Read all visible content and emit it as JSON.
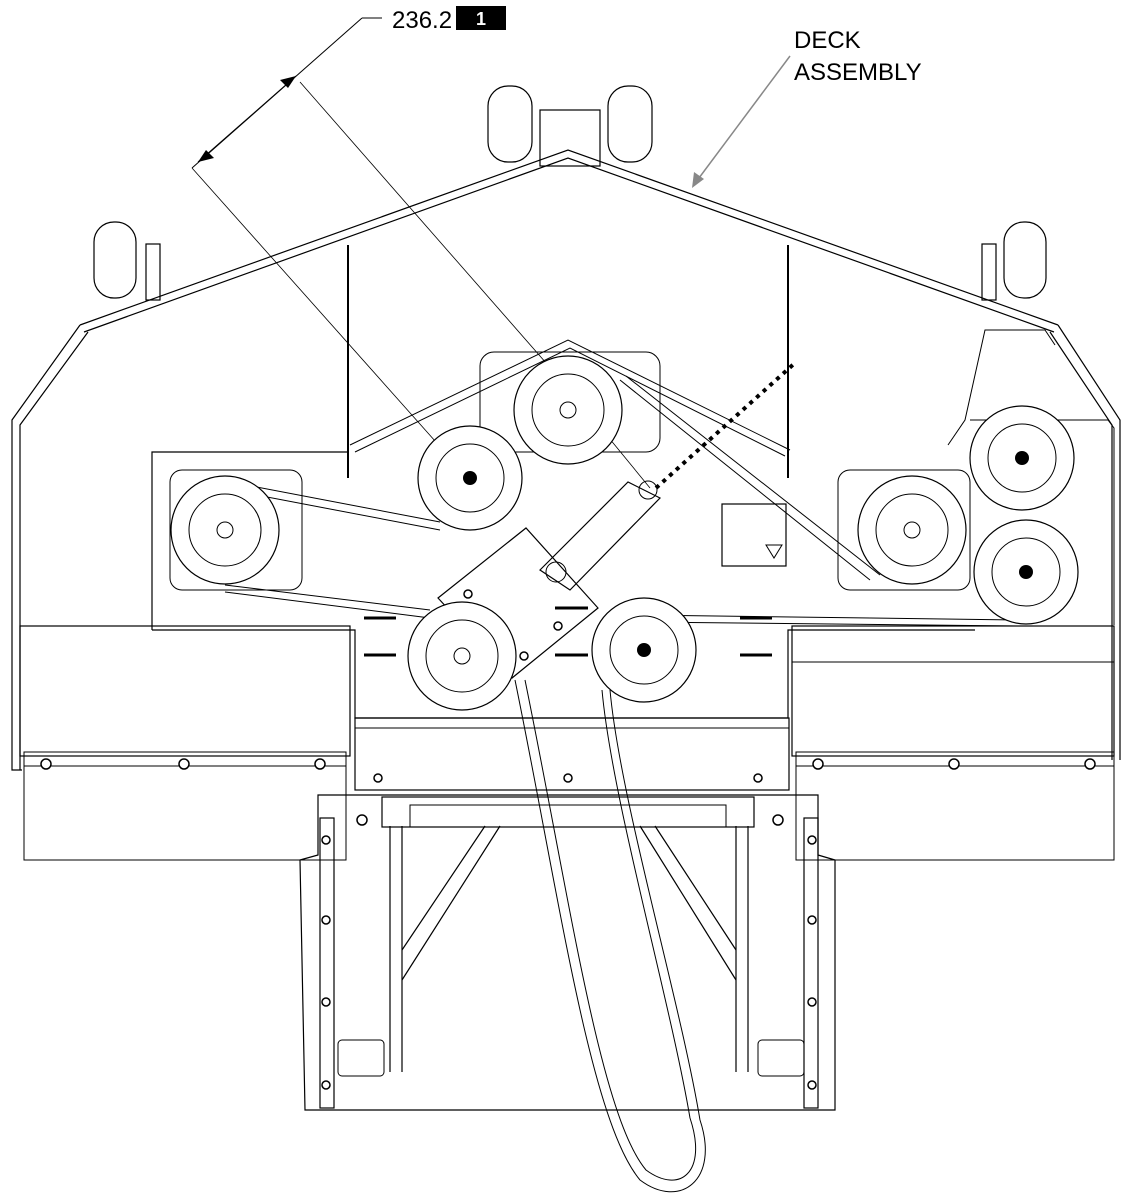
{
  "dimension": {
    "value_text": "236.2",
    "balloon_number": "1"
  },
  "callout": {
    "line1": "DECK",
    "line2": "ASSEMBLY"
  },
  "colors": {
    "ink": "#000000",
    "paper": "#ffffff",
    "leader": "#888888"
  }
}
